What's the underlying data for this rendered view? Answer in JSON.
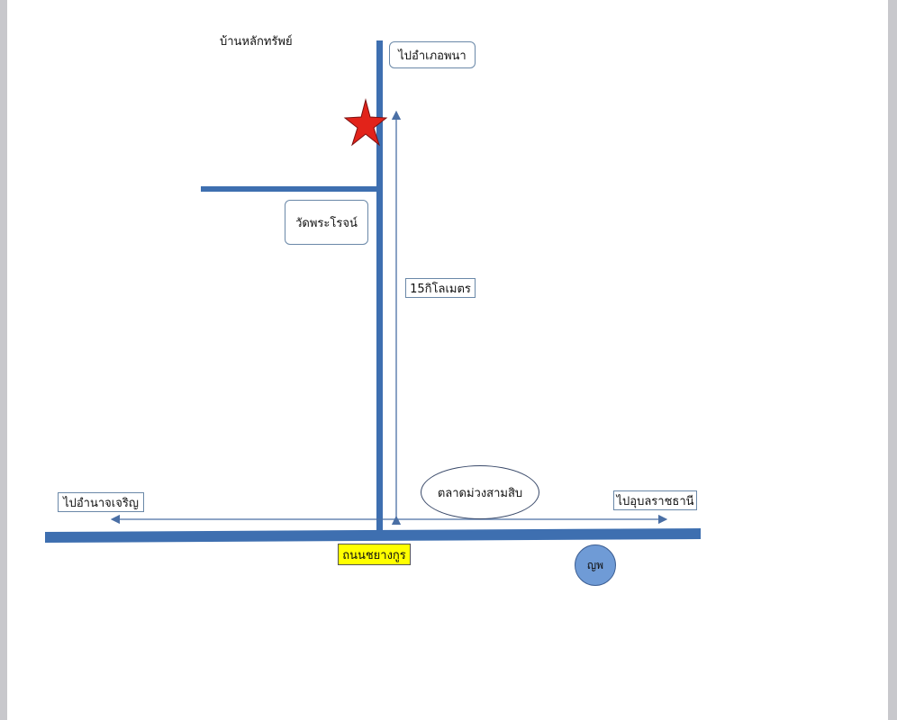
{
  "labels": {
    "village": "บ้านหลักทรัพย์",
    "to_phana": "ไปอำเภอพนา",
    "temple": "วัดพระโรจน์",
    "distance": "15กิโลเมตร",
    "market": "ตลาดม่วงสามสิบ",
    "to_amnat": "ไปอำนาจเจริญ",
    "to_ubon": "ไปอุบลราชธานี",
    "road": "ถนนชยางกูร",
    "landmark": "ญพ"
  },
  "colors": {
    "road": "#3e6fb0",
    "arrow": "#4a6fa5",
    "star": "#e2231a",
    "highlight": "#ffff00",
    "landmark": "#6f9bd6"
  }
}
